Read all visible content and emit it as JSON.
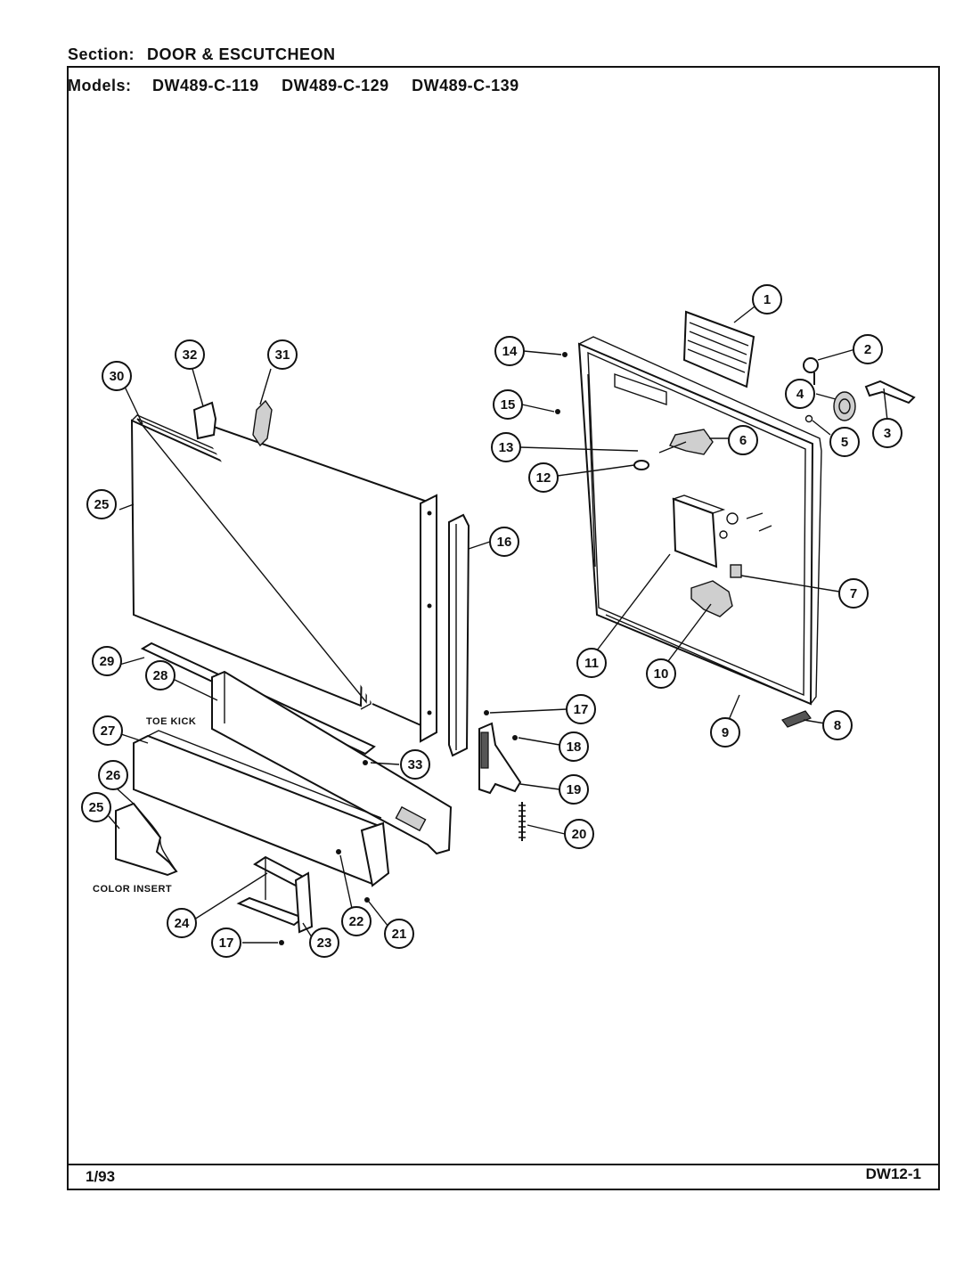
{
  "header": {
    "section_label": "Section:",
    "section_value": "DOOR & ESCUTCHEON",
    "models_label": "Models:",
    "models": [
      "DW489-C-119",
      "DW489-C-129",
      "DW489-C-139"
    ]
  },
  "diagram": {
    "callouts": [
      "1",
      "2",
      "3",
      "4",
      "5",
      "6",
      "7",
      "8",
      "9",
      "10",
      "11",
      "12",
      "13",
      "14",
      "15",
      "16",
      "17",
      "18",
      "19",
      "20",
      "21",
      "22",
      "23",
      "24",
      "25",
      "26",
      "27",
      "28",
      "29",
      "30",
      "31",
      "32",
      "33",
      "25",
      "17"
    ],
    "notes": {
      "toe_kick": "TOE KICK",
      "color_insert": "COLOR INSERT"
    }
  },
  "footer": {
    "date": "1/93",
    "page_code": "DW12-1"
  }
}
